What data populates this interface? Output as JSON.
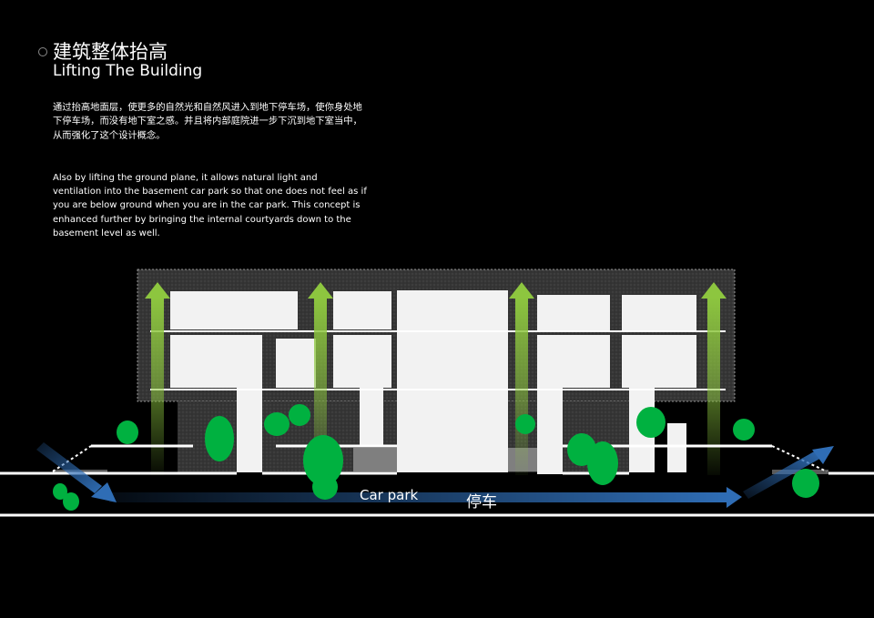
{
  "title": {
    "cn": "建筑整体抬高",
    "en": "Lifting The Building"
  },
  "description": {
    "cn": "通过抬高地面层，使更多的自然光和自然风进入到地下停车场，使你身处地下停车场，而没有地下室之感。并且将内部庭院进一步下沉到地下室当中，从而强化了这个设计概念。",
    "en": "Also by lifting the ground plane, it allows natural light and ventilation into the basement car park so that one does not feel as if you are below ground when you are in the car park. This concept is enhanced further by bringing the internal courtyards down to the basement level as well."
  },
  "labels": {
    "car_park_en": "Car park",
    "car_park_cn": "停车"
  },
  "colors": {
    "background": "#000000",
    "building": "#f2f2f2",
    "dark_texture": "#3a3a3a",
    "tree": "#00b140",
    "light_arrow": "#8dc63f",
    "air_arrow": "#2f6db5",
    "ground_line": "#ffffff"
  }
}
